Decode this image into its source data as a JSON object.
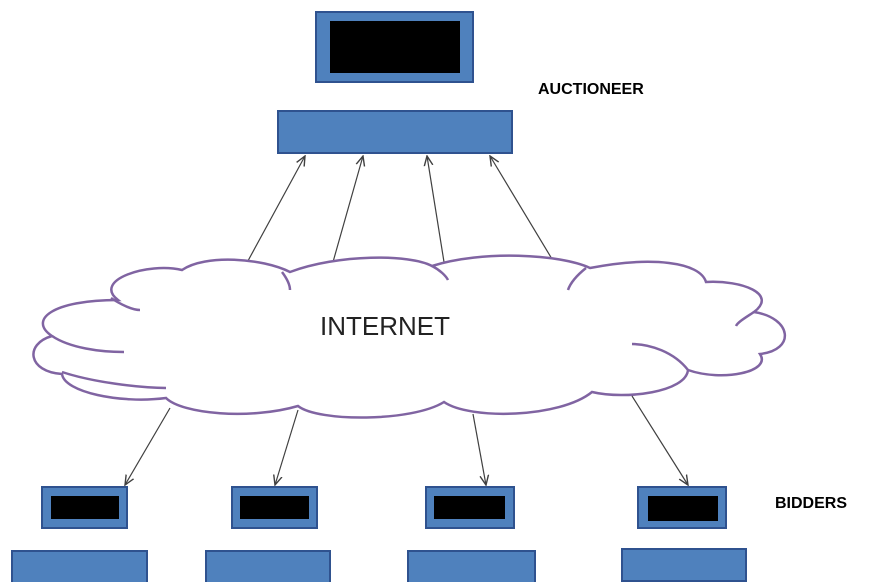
{
  "labels": {
    "auctioneer": "AUCTIONEER",
    "internet": "INTERNET",
    "bidders": "BIDDERS"
  },
  "colors": {
    "box_fill": "#4f81bd",
    "box_stroke": "#2f528f",
    "screen": "#000000",
    "cloud_stroke": "#8064a2",
    "arrow": "#404040",
    "text": "#000000"
  },
  "icons": {
    "auctioneer": "monitor-icon",
    "bidder": "monitor-icon",
    "network": "cloud-icon"
  }
}
